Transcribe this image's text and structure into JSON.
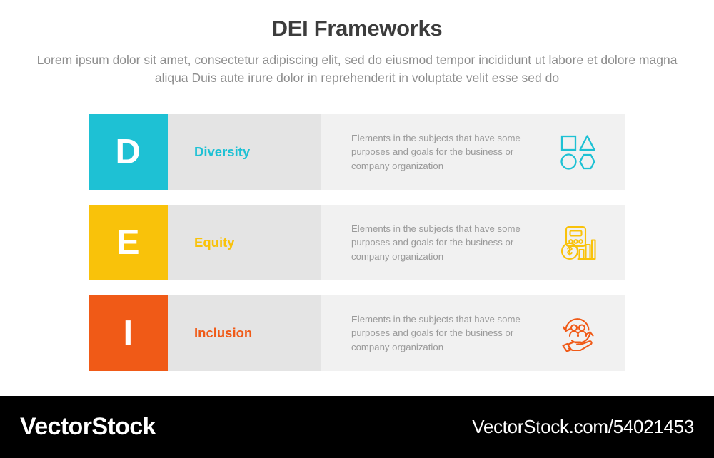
{
  "header": {
    "title": "DEI Frameworks",
    "subtitle": "Lorem ipsum dolor sit amet, consectetur adipiscing elit, sed do eiusmod tempor incididunt ut labore et dolore magna aliqua Duis aute irure dolor in reprehenderit in voluptate velit esse sed do"
  },
  "colors": {
    "diversity": "#1ec1d4",
    "equity": "#f9c20a",
    "inclusion": "#f05a17",
    "label_cell_bg": "#e4e4e4",
    "body_cell_bg": "#f1f1f1",
    "title_text": "#3c3c3c",
    "subtitle_text": "#8d8d8d",
    "desc_text": "#9a9a9a",
    "watermark_bg": "#000000"
  },
  "rows": [
    {
      "letter": "D",
      "label": "Diversity",
      "description": "Elements in the subjects that have some purposes and goals for the business or company organization",
      "icon": "shapes-icon",
      "color": "#1ec1d4"
    },
    {
      "letter": "E",
      "label": "Equity",
      "description": "Elements in the subjects that have some purposes and goals for the business or company organization",
      "icon": "calculator-chart-coin-icon",
      "color": "#f9c20a"
    },
    {
      "letter": "I",
      "label": "Inclusion",
      "description": "Elements in the subjects that have some purposes and goals for the business or company organization",
      "icon": "hand-people-cycle-icon",
      "color": "#f05a17"
    }
  ],
  "watermark": {
    "brand": "VectorStock",
    "url": "VectorStock.com/54021453"
  }
}
